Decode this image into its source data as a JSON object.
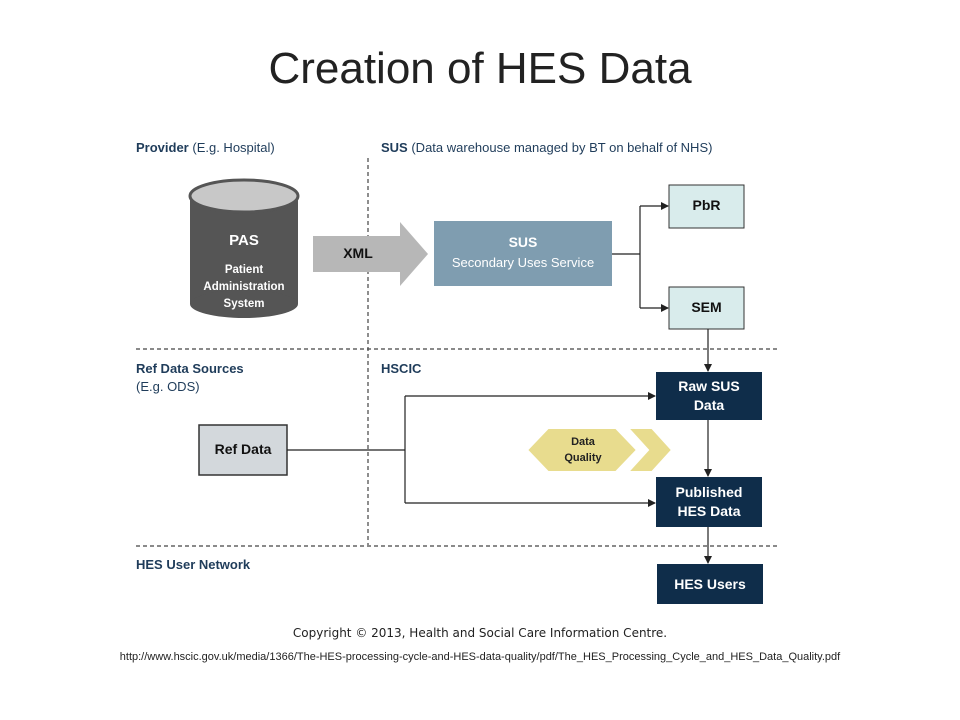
{
  "title": "Creation of HES Data",
  "sections": {
    "provider": {
      "bold": "Provider",
      "rest": " (E.g. Hospital)"
    },
    "sus": {
      "bold": "SUS",
      "rest": " (Data warehouse managed by BT on behalf of NHS)"
    },
    "ref_sources": {
      "bold": "Ref Data Sources",
      "rest": "(E.g. ODS)"
    },
    "hscic": {
      "bold": "HSCIC"
    },
    "hes_user_network": {
      "bold": "HES User Network"
    }
  },
  "nodes": {
    "pas": {
      "title": "PAS",
      "line1": "Patient",
      "line2": "Administration",
      "line3": "System"
    },
    "xml": "XML",
    "sus": {
      "title": "SUS",
      "subtitle": "Secondary Uses Service"
    },
    "pbr": "PbR",
    "sem": "SEM",
    "raw_sus": {
      "line1": "Raw SUS",
      "line2": "Data"
    },
    "data_quality": {
      "line1": "Data",
      "line2": "Quality"
    },
    "ref_data": "Ref Data",
    "published": {
      "line1": "Published",
      "line2": "HES Data"
    },
    "hes_users": "HES Users"
  },
  "colors": {
    "navy": "#0f2d4a",
    "pale_teal": "#d9ecec",
    "sus_blue": "#7f9db0",
    "cylinder_dark": "#555555",
    "ref_grey": "#d3d8dc",
    "gold": "#e8dc8e",
    "arrow_grey": "#b7b7b7"
  },
  "footer": {
    "copyright": "Copyright © 2013, Health and Social Care Information Centre.",
    "url": "http://www.hscic.gov.uk/media/1366/The-HES-processing-cycle-and-HES-data-quality/pdf/The_HES_Processing_Cycle_and_HES_Data_Quality.pdf"
  }
}
